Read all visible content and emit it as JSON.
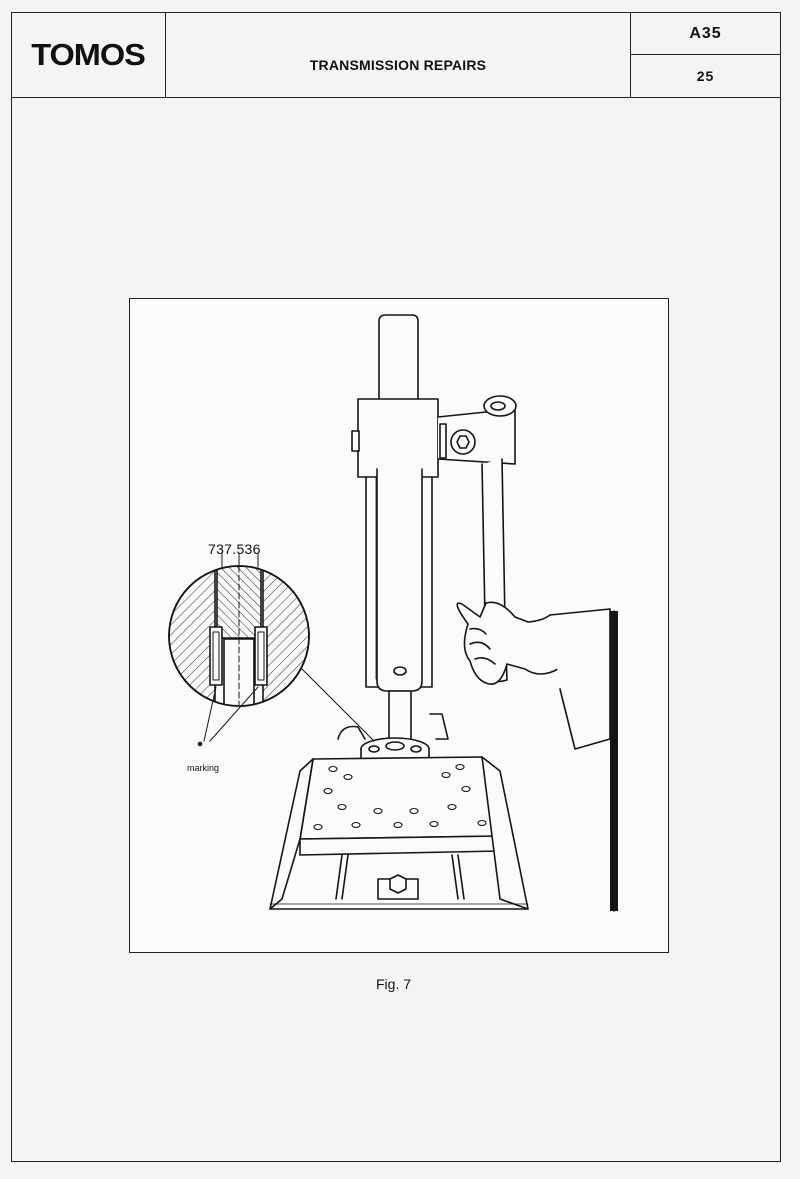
{
  "header": {
    "brand": "TOMOS",
    "title": "TRANSMISSION REPAIRS",
    "section_code": "A35",
    "page_number": "25"
  },
  "figure": {
    "tool_number": "737.536",
    "detail_label": "marking",
    "caption": "Fig. 7"
  },
  "icons": [
    "press-illustration-icon",
    "hand-icon",
    "section-detail-icon"
  ]
}
